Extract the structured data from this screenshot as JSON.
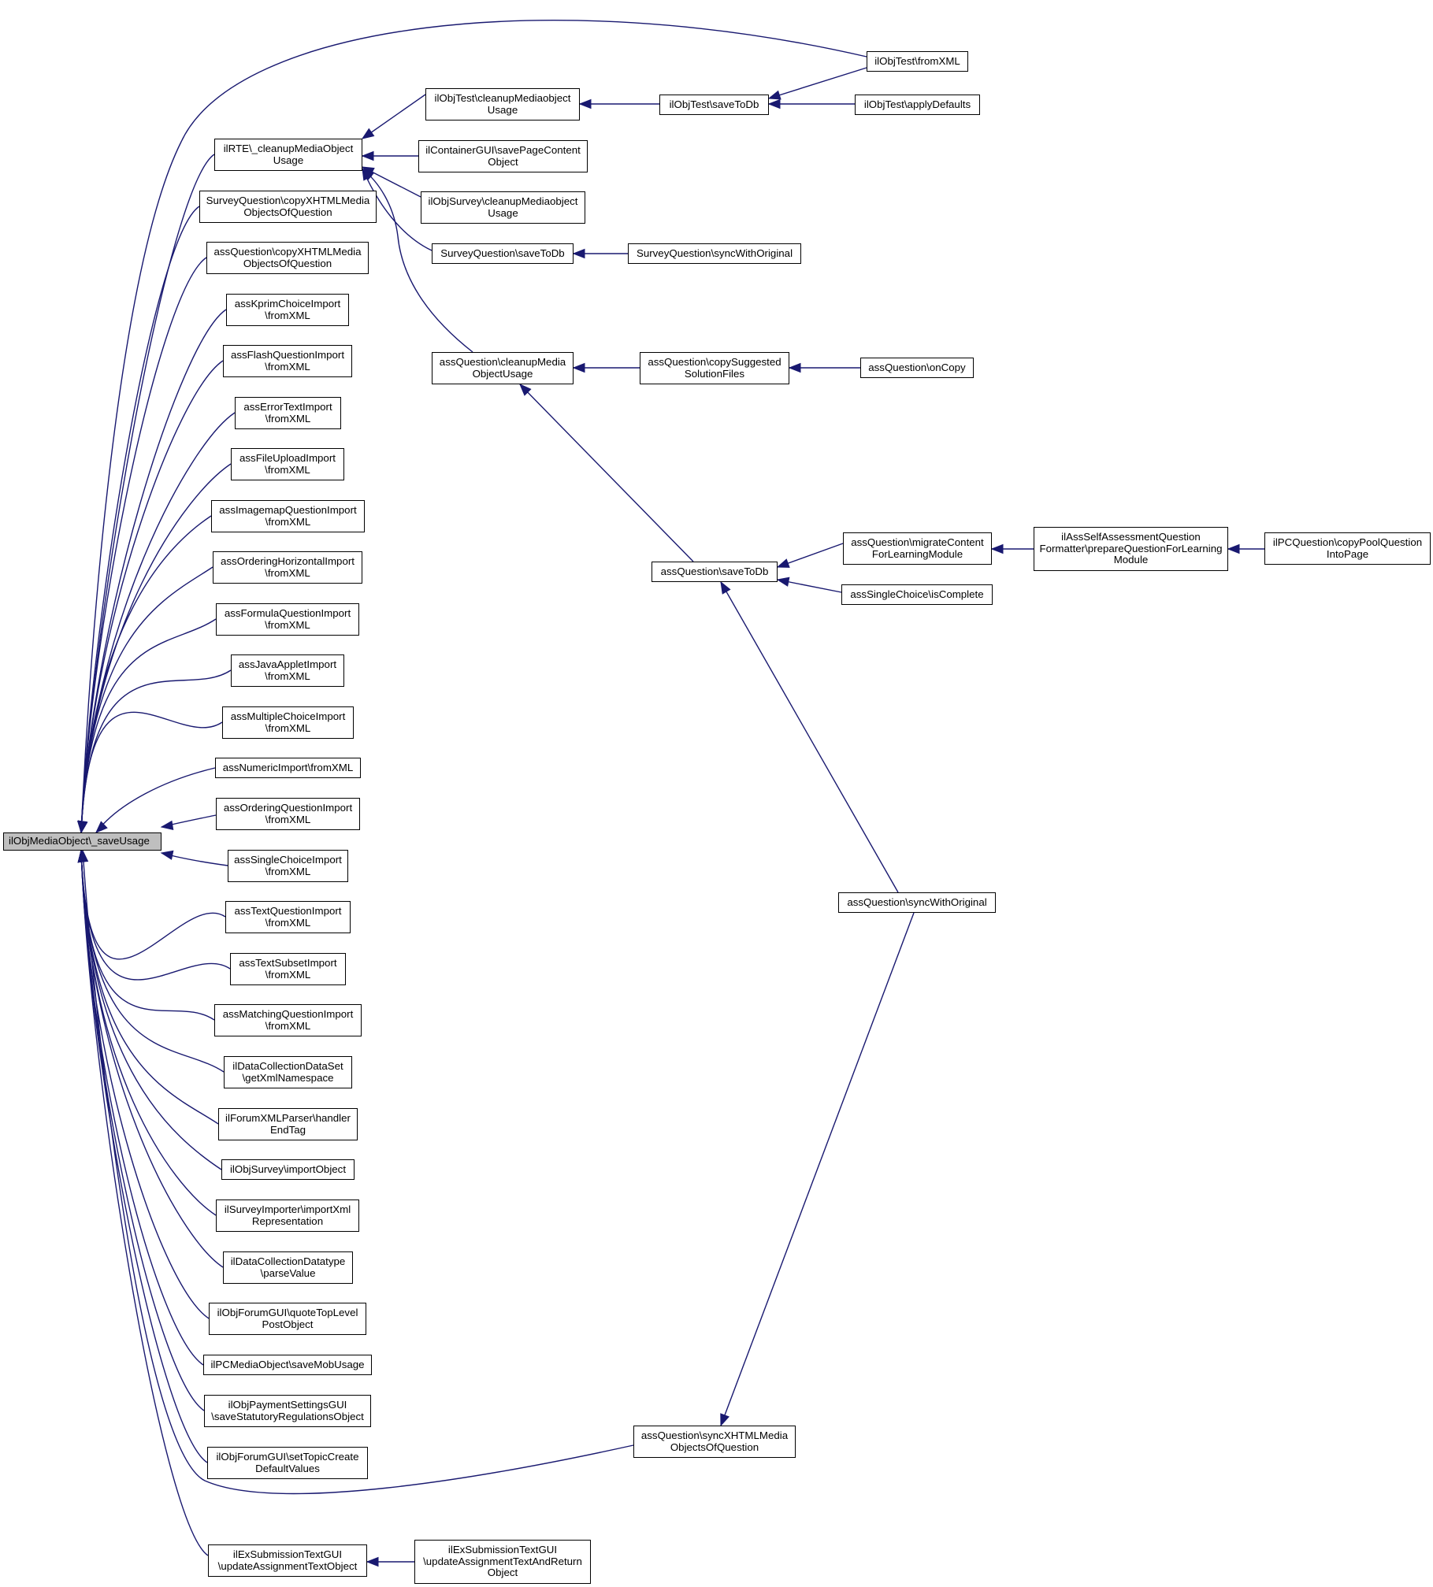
{
  "graph": {
    "edge_color": "#191970",
    "root_fill": "#bfbfbf",
    "nodes": {
      "root": [
        "ilObjMediaObject\\_saveUsage"
      ],
      "rte": [
        "ilRTE\\_cleanupMediaObject",
        "Usage"
      ],
      "sqcx": [
        "SurveyQuestion\\copyXHTMLMedia",
        "ObjectsOfQuestion"
      ],
      "aqcx": [
        "assQuestion\\copyXHTMLMedia",
        "ObjectsOfQuestion"
      ],
      "kprim": [
        "assKprimChoiceImport",
        "\\fromXML"
      ],
      "flash": [
        "assFlashQuestionImport",
        "\\fromXML"
      ],
      "errt": [
        "assErrorTextImport",
        "\\fromXML"
      ],
      "fupl": [
        "assFileUploadImport",
        "\\fromXML"
      ],
      "imap": [
        "assImagemapQuestionImport",
        "\\fromXML"
      ],
      "ordh": [
        "assOrderingHorizontalImport",
        "\\fromXML"
      ],
      "form": [
        "assFormulaQuestionImport",
        "\\fromXML"
      ],
      "java": [
        "assJavaAppletImport",
        "\\fromXML"
      ],
      "mc": [
        "assMultipleChoiceImport",
        "\\fromXML"
      ],
      "num": [
        "assNumericImport\\fromXML"
      ],
      "ordq": [
        "assOrderingQuestionImport",
        "\\fromXML"
      ],
      "sc": [
        "assSingleChoiceImport",
        "\\fromXML"
      ],
      "textq": [
        "assTextQuestionImport",
        "\\fromXML"
      ],
      "tsub": [
        "assTextSubsetImport",
        "\\fromXML"
      ],
      "match": [
        "assMatchingQuestionImport",
        "\\fromXML"
      ],
      "dcds": [
        "ilDataCollectionDataSet",
        "\\getXmlNamespace"
      ],
      "forx": [
        "ilForumXMLParser\\handler",
        "EndTag"
      ],
      "osimp": [
        "ilObjSurvey\\importObject"
      ],
      "simp": [
        "ilSurveyImporter\\importXml",
        "Representation"
      ],
      "dcdt": [
        "ilDataCollectionDatatype",
        "\\parseValue"
      ],
      "ofqt": [
        "ilObjForumGUI\\quoteTopLevel",
        "PostObject"
      ],
      "pcmo": [
        "ilPCMediaObject\\saveMobUsage"
      ],
      "opay": [
        "ilObjPaymentSettingsGUI",
        "\\saveStatutoryRegulationsObject"
      ],
      "ofst": [
        "ilObjForumGUI\\setTopicCreate",
        "DefaultValues"
      ],
      "exsub": [
        "ilExSubmissionTextGUI",
        "\\updateAssignmentTextObject"
      ],
      "exret": [
        "ilExSubmissionTextGUI",
        "\\updateAssignmentTextAndReturn",
        "Object"
      ],
      "otcm": [
        "ilObjTest\\cleanupMediaobject",
        "Usage"
      ],
      "cgui": [
        "ilContainerGUI\\savePageContent",
        "Object"
      ],
      "oscm": [
        "ilObjSurvey\\cleanupMediaobject",
        "Usage"
      ],
      "sqsave": [
        "SurveyQuestion\\saveToDb"
      ],
      "aqcm": [
        "assQuestion\\cleanupMedia",
        "ObjectUsage"
      ],
      "otsave": [
        "ilObjTest\\saveToDb"
      ],
      "sqsync": [
        "SurveyQuestion\\syncWithOriginal"
      ],
      "aqcs": [
        "assQuestion\\copySuggested",
        "SolutionFiles"
      ],
      "aqsave": [
        "assQuestion\\saveToDb"
      ],
      "aqsync": [
        "assQuestion\\syncWithOriginal"
      ],
      "aqsx": [
        "assQuestion\\syncXHTMLMedia",
        "ObjectsOfQuestion"
      ],
      "otfx": [
        "ilObjTest\\fromXML"
      ],
      "otad": [
        "ilObjTest\\applyDefaults"
      ],
      "aqoc": [
        "assQuestion\\onCopy"
      ],
      "aqmig": [
        "assQuestion\\migrateContent",
        "ForLearningModule"
      ],
      "scic": [
        "assSingleChoice\\isComplete"
      ],
      "asaf": [
        "ilAssSelfAssessmentQuestion",
        "Formatter\\prepareQuestionForLearning",
        "Module"
      ],
      "pccp": [
        "ilPCQuestion\\copyPoolQuestion",
        "IntoPage"
      ]
    }
  }
}
